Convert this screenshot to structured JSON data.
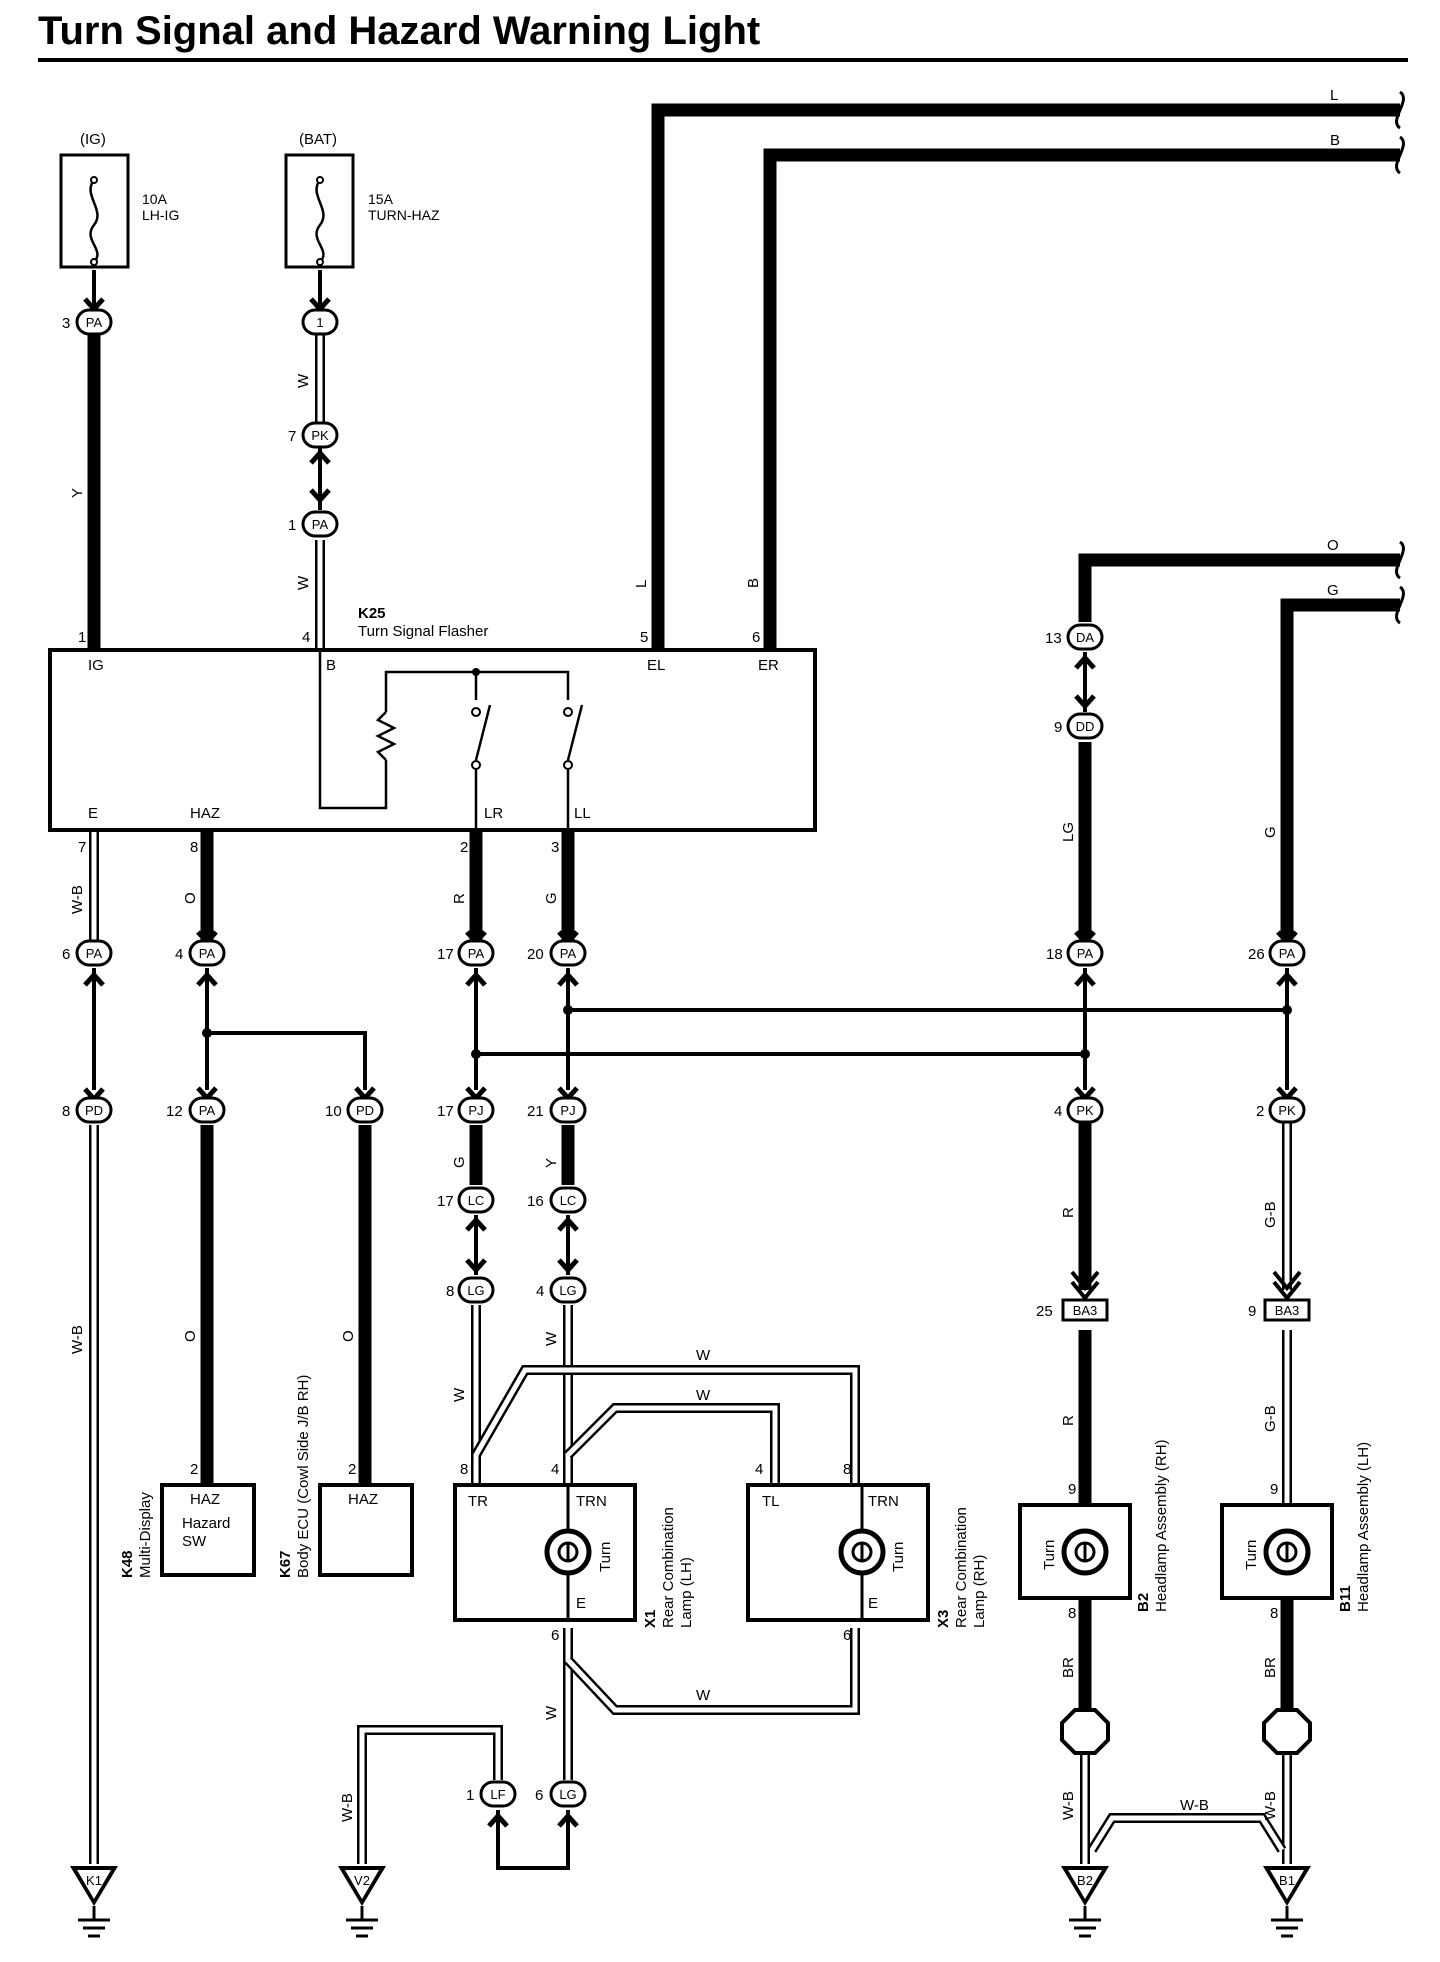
{
  "title": "Turn Signal and Hazard Warning Light",
  "fuses": {
    "ig": {
      "source": "(IG)",
      "rating": "10A",
      "name": "LH-IG"
    },
    "bat": {
      "source": "(BAT)",
      "rating": "15A",
      "name": "TURN-HAZ"
    }
  },
  "flasher": {
    "code": "K25",
    "name": "Turn Signal Flasher",
    "terminals": {
      "ig": "IG",
      "b": "B",
      "el": "EL",
      "er": "ER",
      "e": "E",
      "haz": "HAZ",
      "lr": "LR",
      "ll": "LL"
    }
  },
  "wire_colors": {
    "Y": "Y",
    "W": "W",
    "L": "L",
    "B": "B",
    "O": "O",
    "G": "G",
    "LG": "LG",
    "WB": "W-B",
    "R": "R",
    "GB": "G-B",
    "BR": "BR"
  },
  "connectors": {
    "PA": "PA",
    "PK": "PK",
    "PD": "PD",
    "PJ": "PJ",
    "LC": "LC",
    "LG": "LG",
    "LF": "LF",
    "DA": "DA",
    "DD": "DD",
    "BA3": "BA3",
    "c1": "1"
  },
  "pins": {
    "p1": "1",
    "p2": "2",
    "p3": "3",
    "p4": "4",
    "p5": "5",
    "p6": "6",
    "p7": "7",
    "p8": "8",
    "p9": "9",
    "p10": "10",
    "p12": "12",
    "p13": "13",
    "p16": "16",
    "p17": "17",
    "p18": "18",
    "p20": "20",
    "p21": "21",
    "p25": "25",
    "p26": "26"
  },
  "components": {
    "k48": {
      "code": "K48",
      "name": "Multi-Display",
      "terminal": "HAZ",
      "label1": "Hazard",
      "label2": "SW"
    },
    "k67": {
      "code": "K67",
      "name": "Body ECU (Cowl Side J/B RH)",
      "terminal": "HAZ"
    },
    "x1": {
      "code": "X1",
      "name1": "Rear Combination",
      "name2": "Lamp (LH)",
      "tr": "TR",
      "trn": "TRN",
      "e": "E",
      "lamp": "Turn"
    },
    "x3": {
      "code": "X3",
      "name1": "Rear Combination",
      "name2": "Lamp (RH)",
      "tl": "TL",
      "trn": "TRN",
      "e": "E",
      "lamp": "Turn"
    },
    "b2": {
      "code": "B2",
      "name": "Headlamp Assembly (RH)",
      "lamp": "Turn"
    },
    "b11": {
      "code": "B11",
      "name": "Headlamp Assembly (LH)",
      "lamp": "Turn"
    }
  },
  "grounds": {
    "k1": "K1",
    "v2": "V2",
    "b2": "B2",
    "b1": "B1"
  }
}
